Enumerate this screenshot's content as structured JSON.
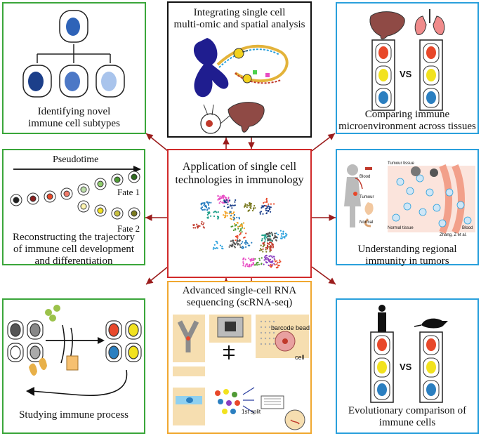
{
  "center": {
    "title_line1": "Application of single cell",
    "title_line2": "technologies in immunology"
  },
  "panels": {
    "subtypes": {
      "line1": "Identifying novel",
      "line2": "immune cell subtypes"
    },
    "multiomic": {
      "line1": "Integrating single cell",
      "line2": "multi-omic and spatial analysis"
    },
    "tissues": {
      "line1": "Comparing immune",
      "line2": "microenvironment across tissues",
      "vs": "VS"
    },
    "trajectory": {
      "pseudotime": "Pseudotime",
      "fate1": "Fate 1",
      "fate2": "Fate 2",
      "line1": "Reconstructing the trajectory",
      "line2": "of immune cell development",
      "line3": "and differentiation"
    },
    "tumors": {
      "line1": "Understanding regional",
      "line2": "immunity in tumors",
      "label_tumour_tissue": "Tumour tissue",
      "label_blood": "Blood",
      "label_tumour": "Tumour",
      "label_normal": "Normal",
      "label_normal_tissue": "Normal tissue",
      "label_blood2": "Blood",
      "citation": "Zhang, Z et al."
    },
    "process": {
      "line1": "Studying immune process"
    },
    "scrnaseq": {
      "line1": "Advanced single-cell RNA",
      "line2": "sequencing (scRNA-seq)",
      "barcode_bead": "barcode bead",
      "cell": "cell",
      "split": "1st split"
    },
    "evolution": {
      "line1": "Evolutionary comparison of",
      "line2": "immune cells",
      "vs": "VS"
    }
  },
  "colors": {
    "green_border": "#3aa63a",
    "blue_border": "#2aa0dc",
    "red_border": "#d12a2a",
    "orange_border": "#f0a830",
    "arrow": "#9b1c1c",
    "cell_red": "#e8482a",
    "cell_yellow": "#f2e21e",
    "cell_blue": "#2b7fc0"
  }
}
